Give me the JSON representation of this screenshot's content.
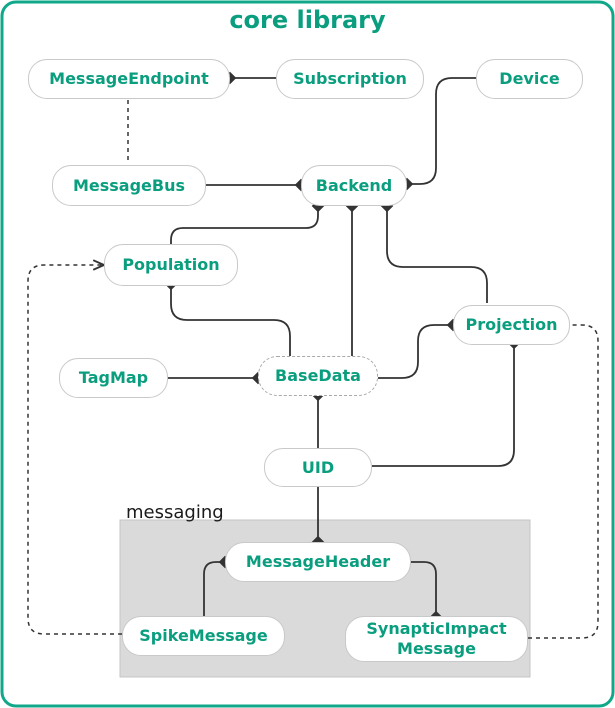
{
  "title": "core library",
  "group_label": "messaging",
  "colors": {
    "accent": "#0a9e7f",
    "frame": "#11a88a",
    "node_border": "#c9c9c9",
    "group_fill": "#dadada",
    "edge": "#333333"
  },
  "nodes": {
    "message_endpoint": "MessageEndpoint",
    "subscription": "Subscription",
    "device": "Device",
    "message_bus": "MessageBus",
    "backend": "Backend",
    "population": "Population",
    "projection": "Projection",
    "tag_map": "TagMap",
    "base_data": "BaseData",
    "uid": "UID",
    "message_header": "MessageHeader",
    "spike_message": "SpikeMessage",
    "synaptic_impact_message": "SynapticImpact\nMessage"
  }
}
